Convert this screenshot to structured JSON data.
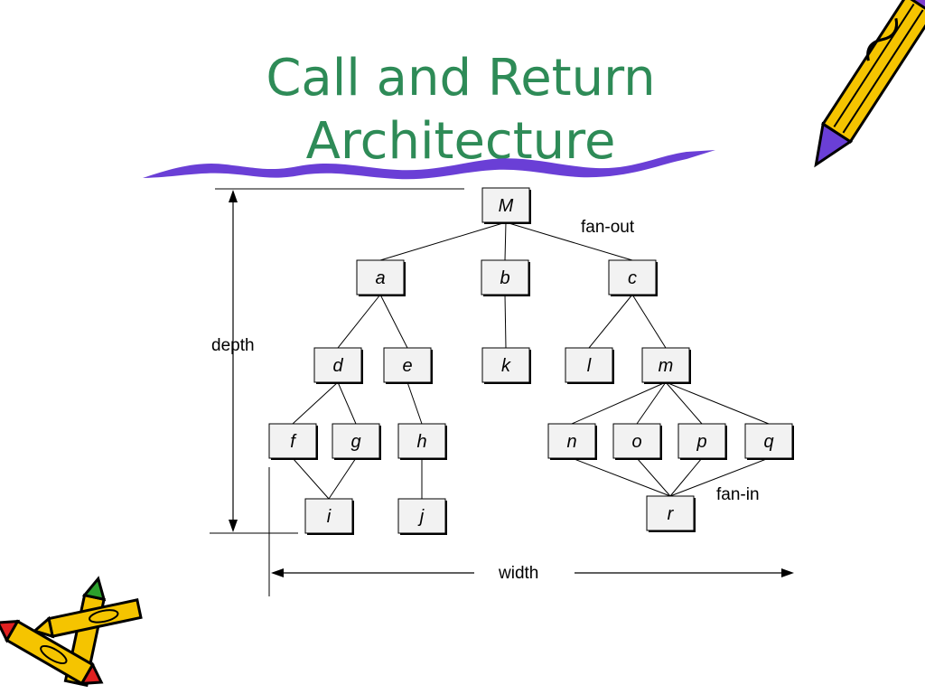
{
  "slide": {
    "title_line1": "Call and Return",
    "title_line2": "Architecture"
  },
  "colors": {
    "title": "#2e8b57",
    "underline": "#6a3fd6",
    "node_fill": "#f2f2f2",
    "pencil_body": "#f5c400",
    "pencil_outline": "#000000"
  },
  "diagram": {
    "nodes": [
      {
        "id": "M",
        "label": "M"
      },
      {
        "id": "a",
        "label": "a"
      },
      {
        "id": "b",
        "label": "b"
      },
      {
        "id": "c",
        "label": "c"
      },
      {
        "id": "d",
        "label": "d"
      },
      {
        "id": "e",
        "label": "e"
      },
      {
        "id": "k",
        "label": "k"
      },
      {
        "id": "l",
        "label": "l"
      },
      {
        "id": "m",
        "label": "m"
      },
      {
        "id": "f",
        "label": "f"
      },
      {
        "id": "g",
        "label": "g"
      },
      {
        "id": "h",
        "label": "h"
      },
      {
        "id": "n",
        "label": "n"
      },
      {
        "id": "o",
        "label": "o"
      },
      {
        "id": "p",
        "label": "p"
      },
      {
        "id": "q",
        "label": "q"
      },
      {
        "id": "i",
        "label": "i"
      },
      {
        "id": "j",
        "label": "j"
      },
      {
        "id": "r",
        "label": "r"
      }
    ],
    "edges": [
      [
        "M",
        "a"
      ],
      [
        "M",
        "b"
      ],
      [
        "M",
        "c"
      ],
      [
        "a",
        "d"
      ],
      [
        "a",
        "e"
      ],
      [
        "b",
        "k"
      ],
      [
        "c",
        "l"
      ],
      [
        "c",
        "m"
      ],
      [
        "d",
        "f"
      ],
      [
        "d",
        "g"
      ],
      [
        "e",
        "h"
      ],
      [
        "m",
        "n"
      ],
      [
        "m",
        "o"
      ],
      [
        "m",
        "p"
      ],
      [
        "m",
        "q"
      ],
      [
        "f",
        "i"
      ],
      [
        "g",
        "i"
      ],
      [
        "h",
        "j"
      ],
      [
        "n",
        "r"
      ],
      [
        "o",
        "r"
      ],
      [
        "p",
        "r"
      ],
      [
        "q",
        "r"
      ]
    ],
    "annotations": {
      "fan_out": "fan-out",
      "fan_in": "fan-in",
      "depth": "depth",
      "width": "width"
    }
  },
  "decorations": {
    "top_right": "pencil-icon",
    "bottom_left": "crayons-icon"
  }
}
